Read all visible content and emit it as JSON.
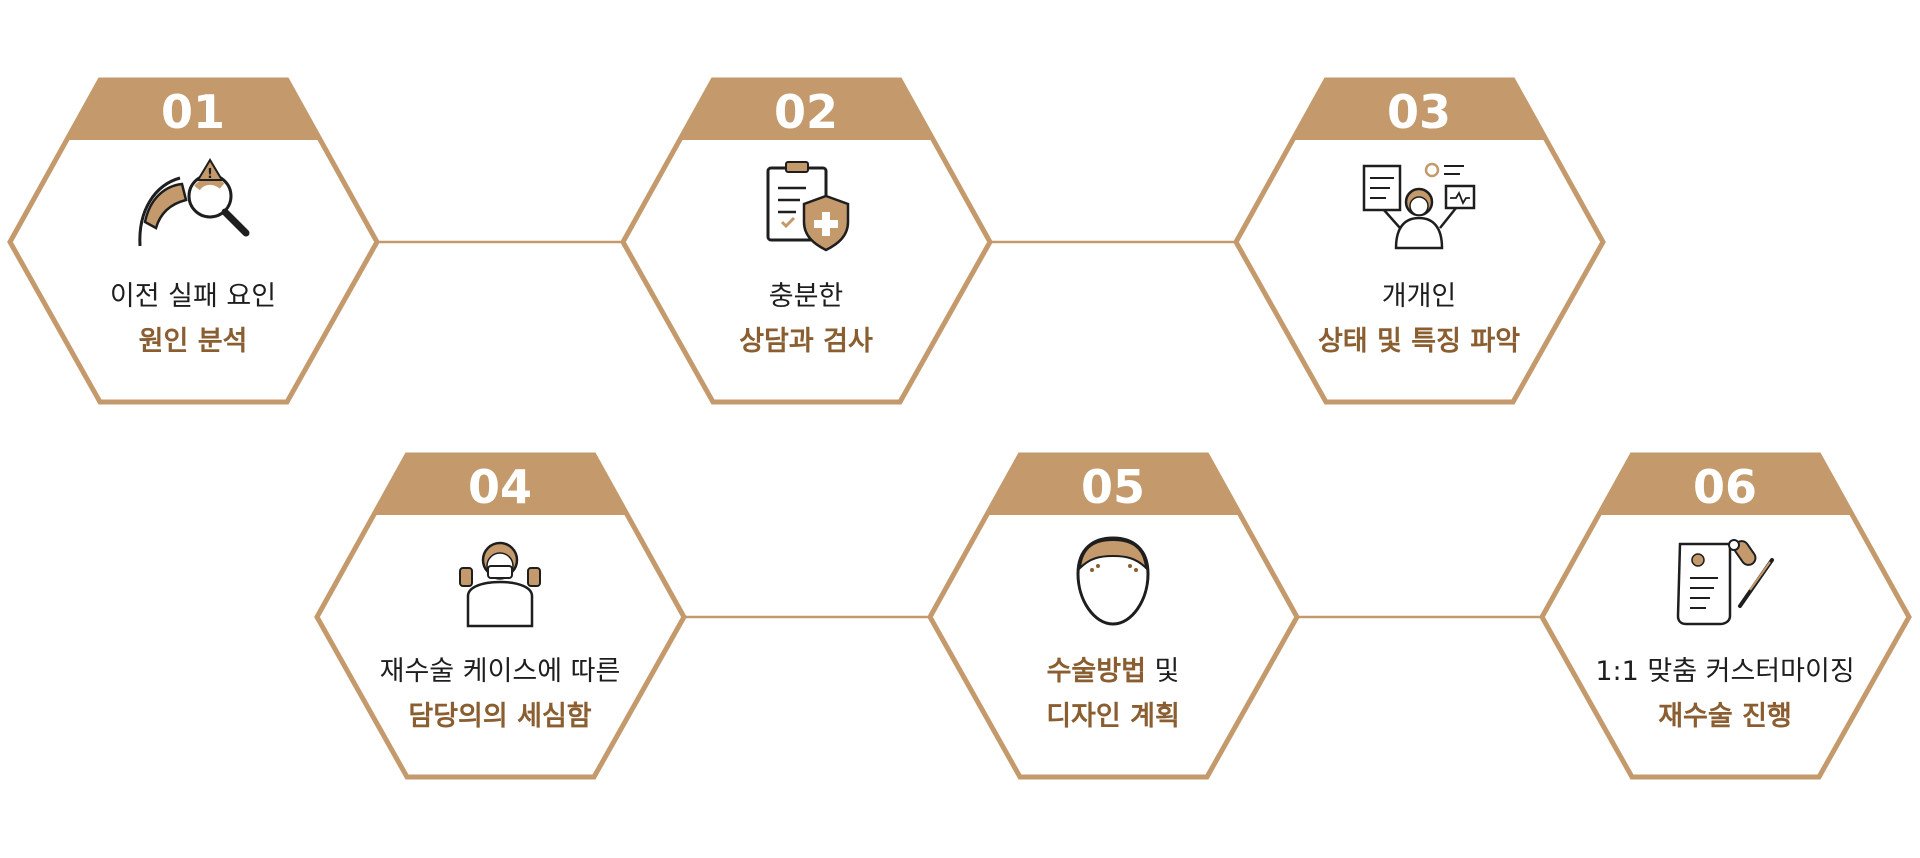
{
  "colors": {
    "accent": "#c49a6c",
    "accent_dark": "#8a5e30",
    "text_dark": "#1e1e1e",
    "background": "#ffffff"
  },
  "steps": [
    {
      "number": "01",
      "line1": "이전 실패 요인",
      "line2": "원인 분석",
      "icon": "magnifier-scalp-icon"
    },
    {
      "number": "02",
      "line1": "충분한",
      "line2": "상담과 검사",
      "icon": "clipboard-shield-icon"
    },
    {
      "number": "03",
      "line1": "개개인",
      "line2": "상태 및 특징 파악",
      "icon": "doctor-charts-icon"
    },
    {
      "number": "04",
      "line1": "재수술 케이스에 따른",
      "line2": "담당의의 세심함",
      "icon": "masked-doctor-icon"
    },
    {
      "number": "05",
      "line1_strong": "수술방법",
      "line1_rest": " 및",
      "line2": "디자인 계획",
      "icon": "head-design-icon"
    },
    {
      "number": "06",
      "line1": "1:1 맞춤 커스터마이징",
      "line2": "재수술 진행",
      "icon": "prescription-pills-icon"
    }
  ]
}
